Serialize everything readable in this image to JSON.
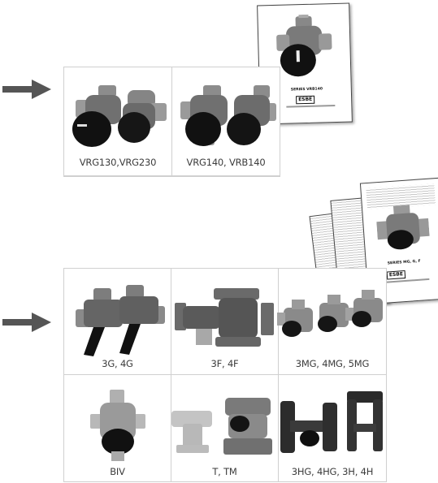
{
  "colors": {
    "arrow": "#555555",
    "border": "#d0d0d0",
    "label": "#3c3c3c",
    "valve_body": "#6e6e6e",
    "knob": "#111111"
  },
  "top_group": {
    "products": [
      {
        "label": "VRG130,VRG230"
      },
      {
        "label": "VRG140, VRB140"
      }
    ],
    "brochure": {
      "series_text": "SERIES VRB140",
      "brand": "ESBE"
    }
  },
  "bottom_group": {
    "products": [
      {
        "label": "3G, 4G"
      },
      {
        "label": "3F, 4F"
      },
      {
        "label": "3MG, 4MG, 5MG"
      },
      {
        "label": "BIV"
      },
      {
        "label": "T, TM"
      },
      {
        "label": "3HG, 4HG, 3H, 4H"
      }
    ],
    "brochure": {
      "series_text": "SERIES MG, G, F",
      "brand": "ESBE"
    }
  }
}
